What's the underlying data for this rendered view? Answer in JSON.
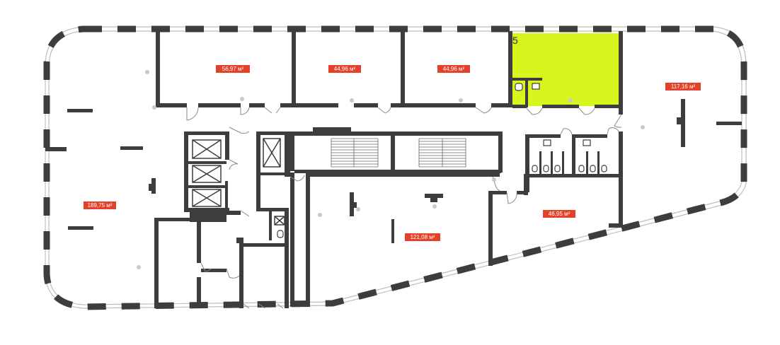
{
  "floor_plan": {
    "floor_number": "5",
    "units": [
      {
        "id": "unit-1",
        "area": "189,75 м²",
        "selected": false
      },
      {
        "id": "unit-2",
        "area": "56,97 м²",
        "selected": false
      },
      {
        "id": "unit-3",
        "area": "44,96 м²",
        "selected": false
      },
      {
        "id": "unit-4",
        "area": "44,96 м²",
        "selected": false
      },
      {
        "id": "unit-5",
        "area": "",
        "selected": true
      },
      {
        "id": "unit-6",
        "area": "117,16 м²",
        "selected": false
      },
      {
        "id": "unit-7",
        "area": "121,08 м²",
        "selected": false
      },
      {
        "id": "unit-8",
        "area": "46,95 м²",
        "selected": false
      }
    ],
    "colors": {
      "wall": "#3d3d3d",
      "area_tag": "#e4412a",
      "selected_unit": "#d8f51e",
      "background": "#ffffff"
    }
  }
}
